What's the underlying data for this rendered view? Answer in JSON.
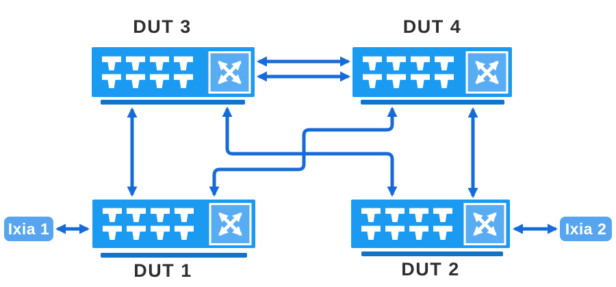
{
  "diagram": {
    "type": "network-topology",
    "colors": {
      "switch_body": "#1B9AF2",
      "switch_crossbox_fill": "#58ACF3",
      "underline_bar": "#1274C8",
      "connector_arrow": "#176BD9",
      "ixia_box": "#56A5EE",
      "label_text": "#2E2E2E",
      "port_and_crossbox_glyph": "#FFFFFF"
    }
  },
  "devices": {
    "dut3": {
      "label": "DUT 3"
    },
    "dut4": {
      "label": "DUT 4"
    },
    "dut1": {
      "label": "DUT 1"
    },
    "dut2": {
      "label": "DUT 2"
    }
  },
  "traffic_generators": {
    "ixia1": {
      "label": "Ixia 1"
    },
    "ixia2": {
      "label": "Ixia 2"
    }
  },
  "icons": {
    "switch_port": "port-icon",
    "switch_fabric": "crossed-arrows-icon",
    "connector": "double-headed-arrow"
  },
  "connections": [
    {
      "from": "DUT 3",
      "to": "DUT 4",
      "links": 2,
      "style": "bidirectional-horizontal"
    },
    {
      "from": "DUT 3",
      "to": "DUT 1",
      "links": 1,
      "style": "bidirectional-vertical"
    },
    {
      "from": "DUT 4",
      "to": "DUT 2",
      "links": 1,
      "style": "bidirectional-vertical"
    },
    {
      "from": "DUT 3",
      "to": "DUT 2",
      "links": 1,
      "style": "bidirectional-elbow-cross"
    },
    {
      "from": "DUT 4",
      "to": "DUT 1",
      "links": 1,
      "style": "bidirectional-elbow-cross"
    },
    {
      "from": "Ixia 1",
      "to": "DUT 1",
      "links": 1,
      "style": "bidirectional-horizontal"
    },
    {
      "from": "Ixia 2",
      "to": "DUT 2",
      "links": 1,
      "style": "bidirectional-horizontal"
    }
  ]
}
